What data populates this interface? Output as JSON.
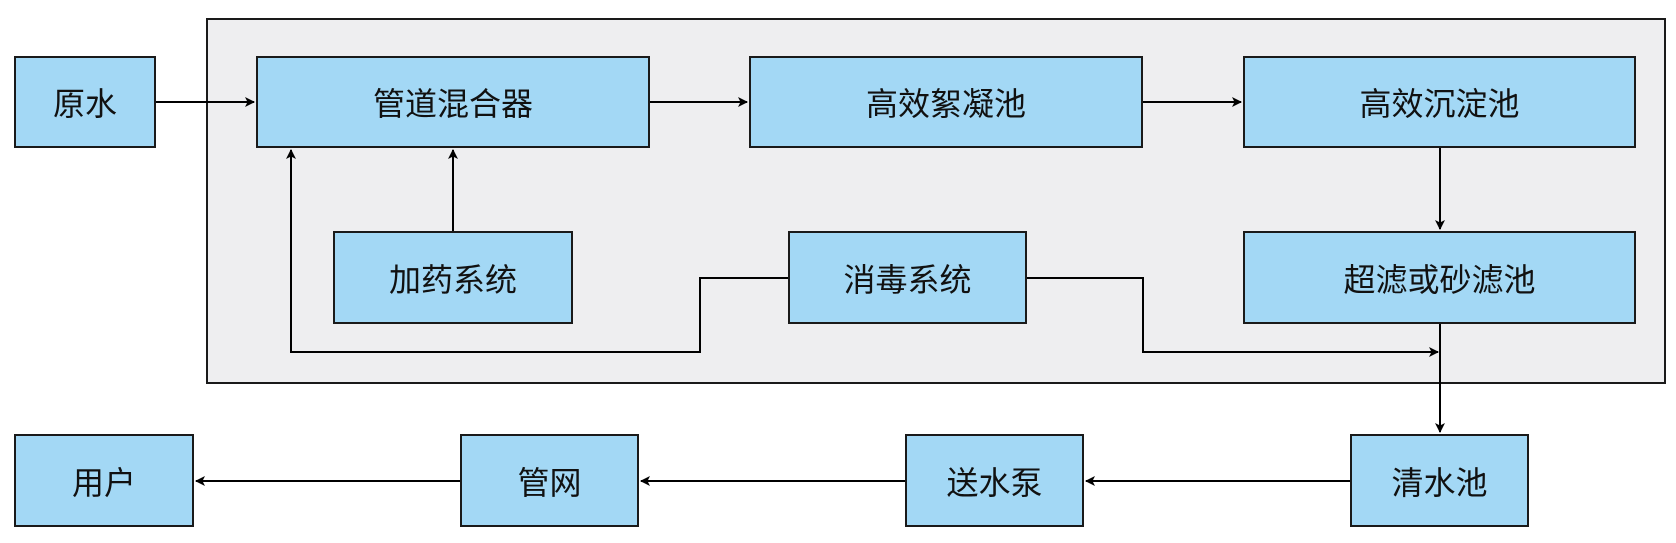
{
  "colors": {
    "node_fill": "#a3d8f5",
    "group_fill": "#eeeef0",
    "line": "#000000"
  },
  "nodes": {
    "raw_water": "原水",
    "pipe_mixer": "管道混合器",
    "flocculation": "高效絮凝池",
    "sedimentation": "高效沉淀池",
    "dosing": "加药系统",
    "disinfection": "消毒系统",
    "filtration": "超滤或砂滤池",
    "clear_water_tank": "清水池",
    "delivery_pump": "送水泵",
    "pipe_network": "管网",
    "users": "用户"
  }
}
